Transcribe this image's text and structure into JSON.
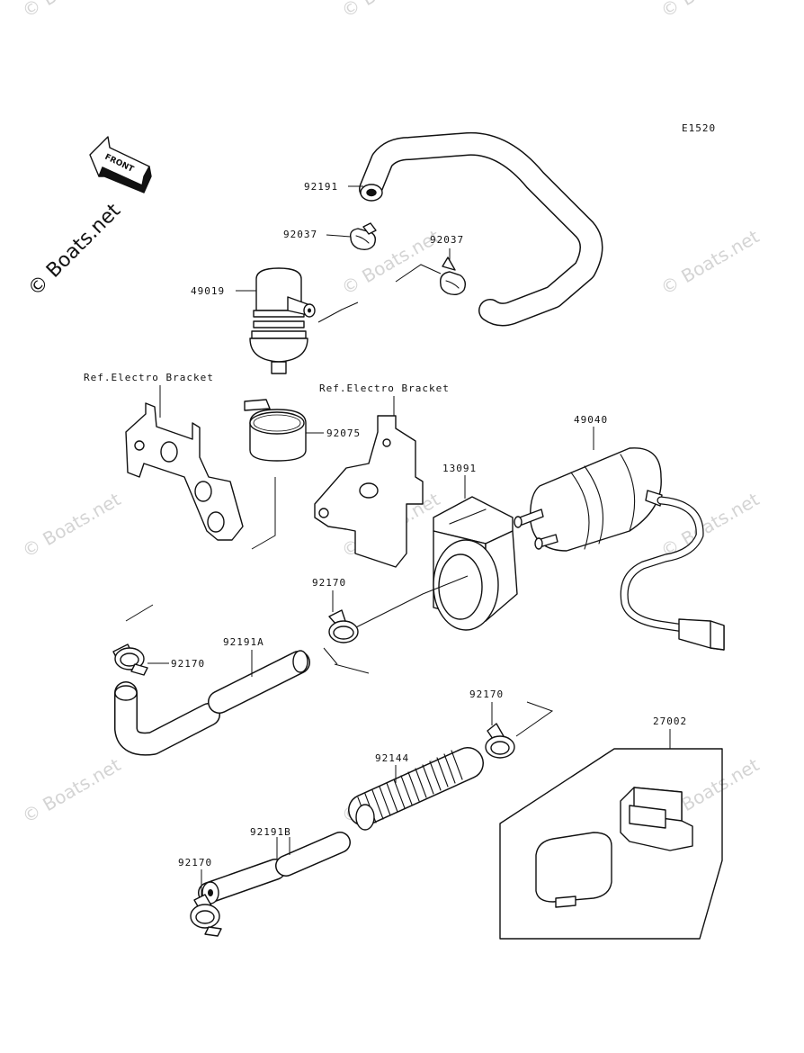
{
  "diagram_code": "E1520",
  "front_arrow_label": "FRONT",
  "brand": "© Boats.net",
  "watermark": "© Boats.net",
  "labels": {
    "p92191": "92191",
    "p92037a": "92037",
    "p92037b": "92037",
    "p49019": "49019",
    "ref1": "Ref.Electro Bracket",
    "ref2": "Ref.Electro Bracket",
    "p92075": "92075",
    "p13091": "13091",
    "p49040": "49040",
    "p92170a": "92170",
    "p92170b": "92170",
    "p92191A": "92191A",
    "p92170c": "92170",
    "p27002": "27002",
    "p92144": "92144",
    "p92191B": "92191B",
    "p92170d": "92170"
  }
}
